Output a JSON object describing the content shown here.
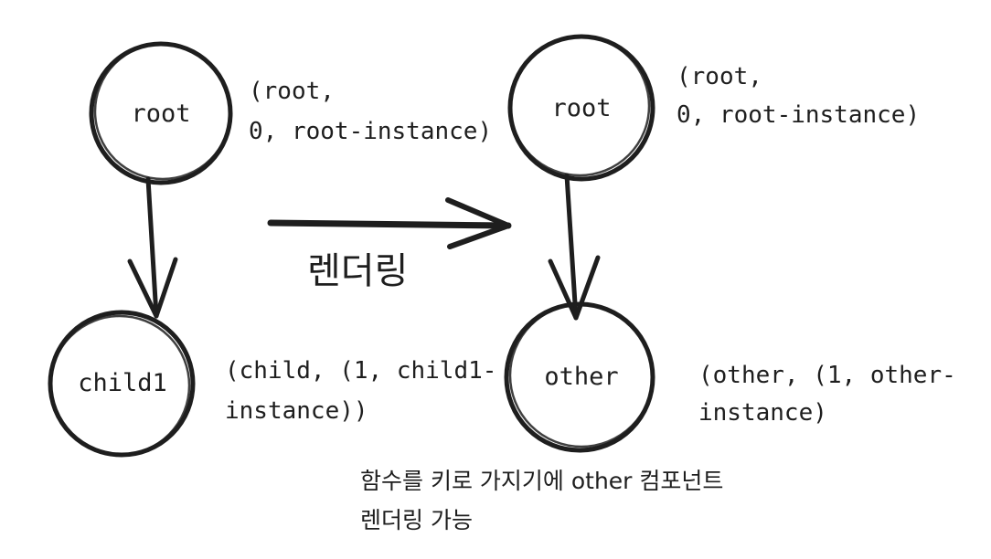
{
  "diagram": {
    "left": {
      "root_node": "root",
      "root_note_line1": "(root,",
      "root_note_line2": "0, root-instance)",
      "child_node": "child1",
      "child_note_line1": "(child, (1, child1-",
      "child_note_line2": "instance))"
    },
    "transition": {
      "label": "렌더링"
    },
    "right": {
      "root_node": "root",
      "root_note_line1": "(root,",
      "root_note_line2": "0, root-instance)",
      "child_node": "other",
      "child_note_line1": "(other, (1, other-",
      "child_note_line2": "instance)"
    },
    "caption": {
      "line1": "함수를 키로 가지기에 other 컴포넌트",
      "line2": "렌더링 가능"
    }
  }
}
